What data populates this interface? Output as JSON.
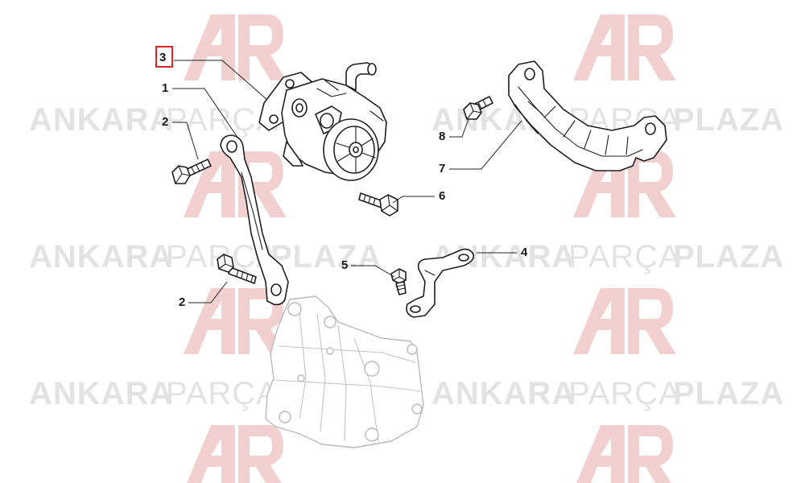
{
  "watermark": {
    "brand_bold_1": "ANKARA",
    "brand_light": "PARÇA",
    "brand_bold_2": "PLAZA",
    "logo_color": "#f2d0d0",
    "text_color": "#e3e3e3"
  },
  "callouts": [
    {
      "id": "1",
      "label": "1"
    },
    {
      "id": "2a",
      "label": "2"
    },
    {
      "id": "2b",
      "label": "2"
    },
    {
      "id": "3",
      "label": "3",
      "highlighted": true,
      "highlight_color": "#d9262c"
    },
    {
      "id": "4",
      "label": "4"
    },
    {
      "id": "5",
      "label": "5"
    },
    {
      "id": "6",
      "label": "6"
    },
    {
      "id": "7",
      "label": "7"
    },
    {
      "id": "8",
      "label": "8"
    }
  ],
  "parts": [
    {
      "callout": "1",
      "name": "support-rod"
    },
    {
      "callout": "2",
      "name": "bolt"
    },
    {
      "callout": "3",
      "name": "power-steering-pump"
    },
    {
      "callout": "4",
      "name": "bracket"
    },
    {
      "callout": "5",
      "name": "screw"
    },
    {
      "callout": "6",
      "name": "bolt"
    },
    {
      "callout": "7",
      "name": "cover-bracket"
    },
    {
      "callout": "8",
      "name": "bolt"
    }
  ]
}
